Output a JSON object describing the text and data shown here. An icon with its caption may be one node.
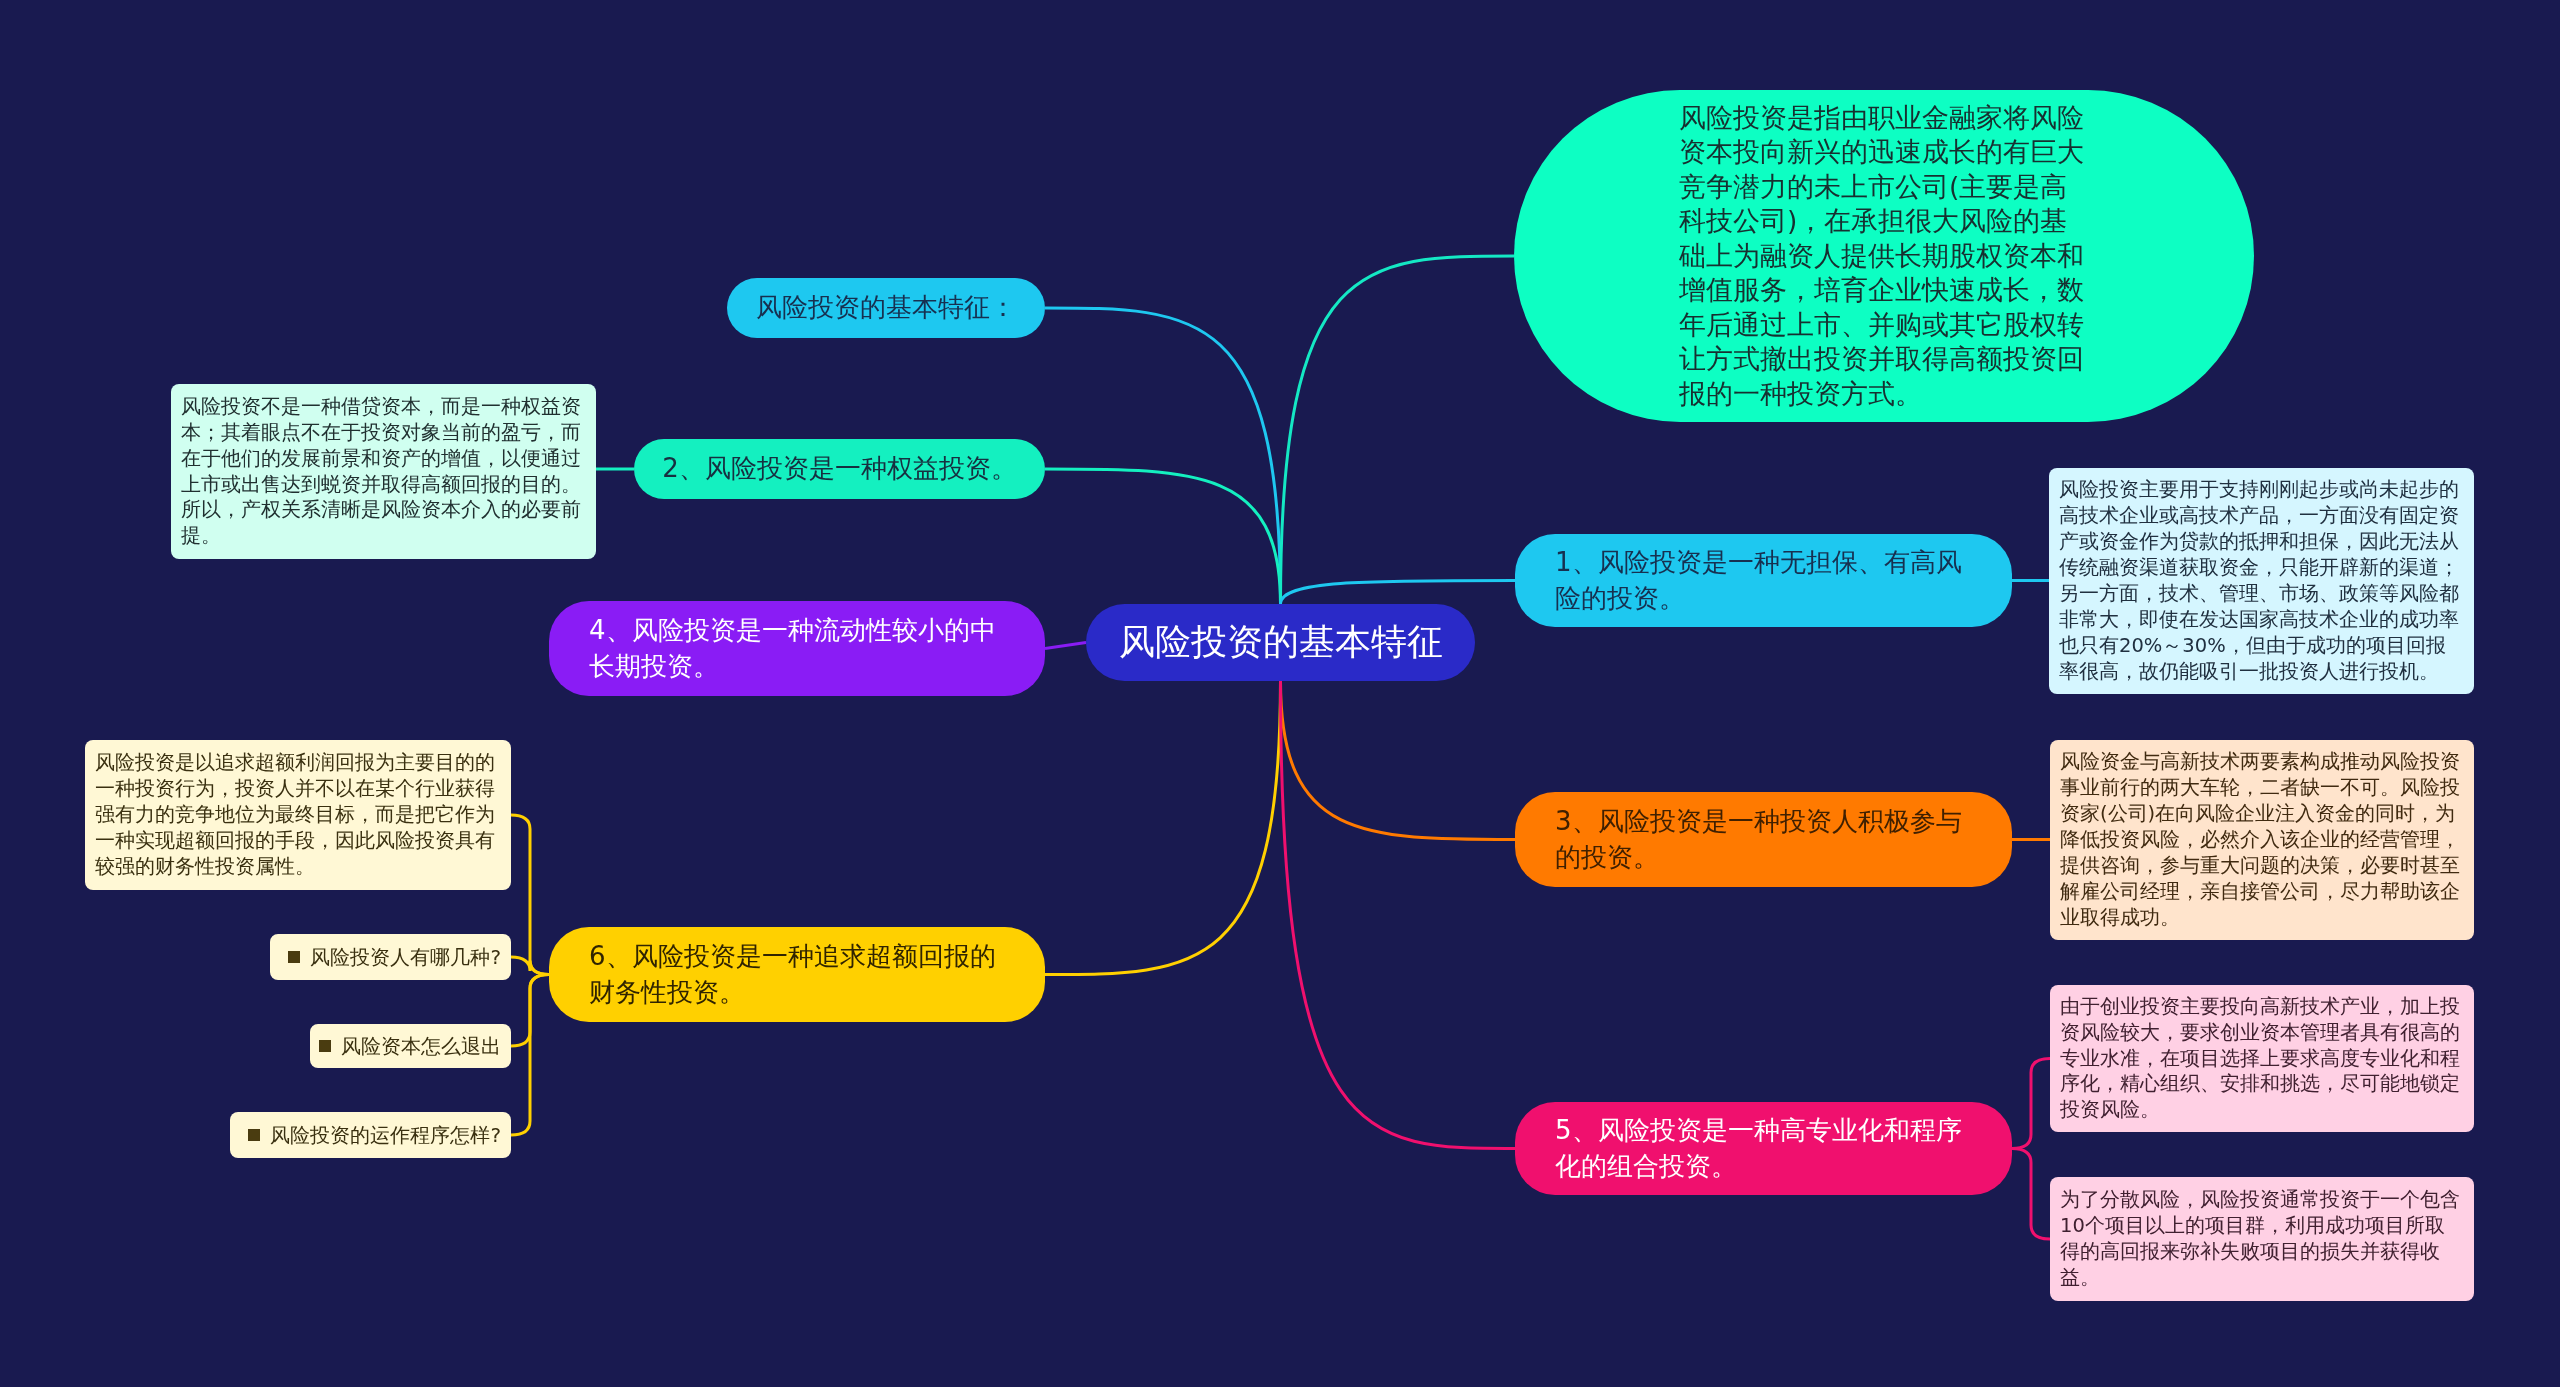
{
  "diagram": {
    "nodes": [
      {
        "text": [
          "风险投资的基本特征"
        ]
      },
      {
        "text": [
          "风险投资的基本特征："
        ]
      },
      {
        "text": [
          "2、风险投资是一种权益投资。"
        ]
      },
      {
        "text": [
          "风险投资不是一种借贷资本，而是一种权益资本；其着眼点不在于投资对象当前的盈亏，而在于他们的发展前景和资产的增值，以便通过上市或出售达到蜕资并取得高额回报的目的。所以，产权关系清晰是风险资本介入的必要前提。"
        ]
      },
      {
        "text": [
          "4、风险投资是一种流动性较小的中长期投资。"
        ]
      },
      {
        "text": [
          "6、风险投资是一种追求超额回报的财务性投资。"
        ]
      },
      {
        "text": [
          "风险投资是以追求超额利润回报为主要目的的一种投资行为，投资人并不以在某个行业获得强有力的竞争地位为最终目标，而是把它作为一种实现超额回报的手段，因此风险投资具有较强的财务性投资属性。"
        ]
      },
      {
        "text": [
          "风险投资人有哪几种?"
        ]
      },
      {
        "text": [
          "风险资本怎么退出"
        ]
      },
      {
        "text": [
          "风险投资的运作程序怎样?"
        ]
      },
      {
        "text": [
          "风险投资是指由职业金融家将风险资本投向新兴的迅速成长的有巨大竞争潜力的未上市公司(主要是高科技公司)，在承担很大风险的基础上为融资人提供长期股权资本和增值服务，培育企业快速成长，数年后通过上市、并购或其它股权转让方式撤出投资并取得高额投资回报的一种投资方式。"
        ]
      },
      {
        "text": [
          "1、风险投资是一种无担保、有高风险的投资。"
        ]
      },
      {
        "text": [
          "风险投资主要用于支持刚刚起步或尚未起步的高技术企业或高技术产品，一方面没有固定资产或资金作为贷款的抵押和担保，因此无法从传统融资渠道获取资金，只能开辟新的渠道；另一方面，技术、管理、市场、政策等风险都非常大，即使在发达国家高技术企业的成功率也只有20%～30%，但由于成功的项目回报率很高，故仍能吸引一批投资人进行投机。"
        ]
      },
      {
        "text": [
          "3、风险投资是一种投资人积极参与的投资。"
        ]
      },
      {
        "text": [
          "风险资金与高新技术两要素构成推动风险投资事业前行的两大车轮，二者缺一不可。风险投资家(公司)在向风险企业注入资金的同时，为降低投资风险，必然介入该企业的经营管理，提供咨询，参与重大问题的决策，必要时甚至解雇公司经理，亲自接管公司，尽力帮助该企业取得成功。"
        ]
      },
      {
        "text": [
          "5、风险投资是一种高专业化和程序化的组合投资。"
        ]
      },
      {
        "text": [
          "由于创业投资主要投向高新技术产业，加上投资风险较大，要求创业资本管理者具有很高的专业水准，在项目选择上要求高度专业化和程序化，精心组织、安排和挑选，尽可能地锁定投资风险。"
        ]
      },
      {
        "text": [
          "为了分散风险，风险投资通常投资于一个包含10个项目以上的项目群，利用成功项目所取得的高回报来弥补失败项目的损失并获得收益。"
        ]
      }
    ],
    "edges": [
      {
        "from": 0,
        "to": 1,
        "arrow": "none",
        "color": "#1ec8f0"
      },
      {
        "from": 0,
        "to": 2,
        "arrow": "none",
        "color": "#14f0c0"
      },
      {
        "from": 2,
        "to": 3,
        "arrow": "none",
        "color": "#14f0c0"
      },
      {
        "from": 0,
        "to": 4,
        "arrow": "none",
        "color": "#8a1cf5"
      },
      {
        "from": 0,
        "to": 5,
        "arrow": "none",
        "color": "#ffd000"
      },
      {
        "from": 5,
        "to": 6,
        "arrow": "none",
        "color": "#ffd000"
      },
      {
        "from": 5,
        "to": 7,
        "arrow": "none",
        "color": "#ffd000"
      },
      {
        "from": 5,
        "to": 8,
        "arrow": "none",
        "color": "#ffd000"
      },
      {
        "from": 5,
        "to": 9,
        "arrow": "none",
        "color": "#ffd000"
      },
      {
        "from": 0,
        "to": 10,
        "arrow": "none",
        "color": "#14e8c4"
      },
      {
        "from": 0,
        "to": 11,
        "arrow": "none",
        "color": "#1ec8f0"
      },
      {
        "from": 11,
        "to": 12,
        "arrow": "none",
        "color": "#1ec8f0"
      },
      {
        "from": 0,
        "to": 13,
        "arrow": "none",
        "color": "#ff7a00"
      },
      {
        "from": 13,
        "to": 14,
        "arrow": "none",
        "color": "#ff7a00"
      },
      {
        "from": 0,
        "to": 15,
        "arrow": "none",
        "color": "#f0106e"
      },
      {
        "from": 15,
        "to": 16,
        "arrow": "none",
        "color": "#f0106e"
      },
      {
        "from": 15,
        "to": 17,
        "arrow": "none",
        "color": "#f0106e"
      }
    ]
  }
}
